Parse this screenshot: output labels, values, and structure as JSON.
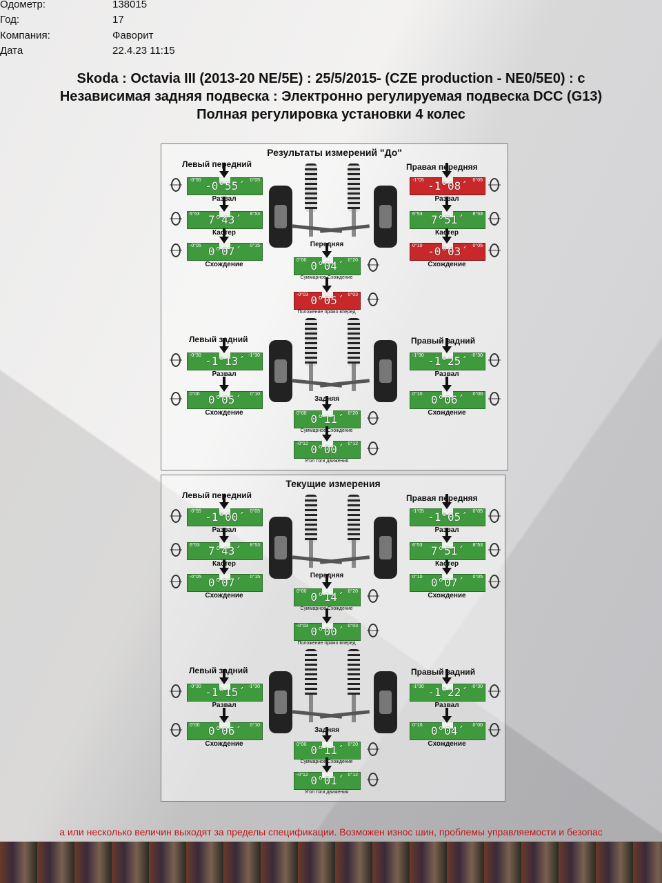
{
  "meta": [
    {
      "key": "Одометр:",
      "value": "138015"
    },
    {
      "key": "Год:",
      "value": "17"
    },
    {
      "key": "Компания:",
      "value": "Фаворит"
    },
    {
      "key": "Дата",
      "value": "22.4.23 11:15"
    }
  ],
  "titles": [
    "Skoda : Octavia III (2013-20 NE/5E) : 25/5/2015-   (CZE production - NE0/5E0) : с",
    "Независимая задняя подвеска : Электронно регулируемая подвеска DCC (G13)",
    "Полная регулировка установки 4 колес"
  ],
  "panels": [
    {
      "title": "Результаты измерений \"До\"",
      "front_left_label": "Левый передний",
      "front_right_label": "Правая передняя",
      "rear_left_label": "Левый задний",
      "rear_right_label": "Правый задний",
      "fl": [
        {
          "value": "-0°55´",
          "label": "Развал",
          "lim_l": "-0°55",
          "lim_r": "0°05",
          "status": "ok"
        },
        {
          "value": "7°43´",
          "label": "Кастер",
          "lim_l": "6°53",
          "lim_r": "8°53",
          "status": "ok"
        },
        {
          "value": "0°07´",
          "label": "Схождение",
          "lim_l": "-0°05",
          "lim_r": "0°15",
          "status": "ok"
        }
      ],
      "fr": [
        {
          "value": "-1°08´",
          "label": "Развал",
          "lim_l": "-1°05",
          "lim_r": "0°05",
          "status": "bad"
        },
        {
          "value": "7°51´",
          "label": "Кастер",
          "lim_l": "6°53",
          "lim_r": "8°53",
          "status": "ok"
        },
        {
          "value": "-0°03´",
          "label": "Схождение",
          "lim_l": "0°10",
          "lim_r": "0°05",
          "status": "bad"
        }
      ],
      "front_total": {
        "label": "Передняя",
        "value": "0°04´",
        "sub": "Суммарное Схождение",
        "lim_l": "0°00",
        "lim_r": "0°20",
        "status": "ok"
      },
      "steer": {
        "value": "0°05´",
        "sub": "Положение прямо вперед",
        "lim_l": "-0°03",
        "lim_r": "0°03",
        "status": "bad"
      },
      "rl": [
        {
          "value": "-1°13´",
          "label": "Развал",
          "lim_l": "-0°30",
          "lim_r": "-1°30",
          "status": "ok"
        },
        {
          "value": "0°05´",
          "label": "Схождение",
          "lim_l": "0°00",
          "lim_r": "0°10",
          "status": "ok"
        }
      ],
      "rr": [
        {
          "value": "-1°25´",
          "label": "Развал",
          "lim_l": "-1°30",
          "lim_r": "-0°30",
          "status": "ok"
        },
        {
          "value": "0°06´",
          "label": "Схождение",
          "lim_l": "0°10",
          "lim_r": "0°00",
          "status": "ok"
        }
      ],
      "rear_total": {
        "label": "Задняя",
        "value": "0°11´",
        "sub": "Суммарное Схождение",
        "lim_l": "0°00",
        "lim_r": "0°20",
        "status": "ok"
      },
      "thrust": {
        "value": "0°00´",
        "sub": "Угол тяги движения",
        "lim_l": "-0°12",
        "lim_r": "0°12",
        "status": "ok"
      }
    },
    {
      "title": "Текущие измерения",
      "front_left_label": "Левый передний",
      "front_right_label": "Правая передняя",
      "rear_left_label": "Левый задний",
      "rear_right_label": "Правый задний",
      "fl": [
        {
          "value": "-1°00´",
          "label": "Развал",
          "lim_l": "-0°55",
          "lim_r": "0°05",
          "status": "ok"
        },
        {
          "value": "7°43´",
          "label": "Кастер",
          "lim_l": "6°53",
          "lim_r": "8°53",
          "status": "ok"
        },
        {
          "value": "0°07´",
          "label": "Схождение",
          "lim_l": "-0°05",
          "lim_r": "0°15",
          "status": "ok"
        }
      ],
      "fr": [
        {
          "value": "-1°05´",
          "label": "Развал",
          "lim_l": "-1°05",
          "lim_r": "0°05",
          "status": "ok"
        },
        {
          "value": "7°51´",
          "label": "Кастер",
          "lim_l": "6°53",
          "lim_r": "8°53",
          "status": "ok"
        },
        {
          "value": "0°07´",
          "label": "Схождение",
          "lim_l": "0°10",
          "lim_r": "0°05",
          "status": "ok"
        }
      ],
      "front_total": {
        "label": "Передняя",
        "value": "0°14´",
        "sub": "Суммарное Схождение",
        "lim_l": "0°00",
        "lim_r": "0°20",
        "status": "ok"
      },
      "steer": {
        "value": "0°00´",
        "sub": "Положение прямо вперед",
        "lim_l": "-0°03",
        "lim_r": "0°03",
        "status": "ok"
      },
      "rl": [
        {
          "value": "-1°15´",
          "label": "Развал",
          "lim_l": "-0°30",
          "lim_r": "-1°30",
          "status": "ok"
        },
        {
          "value": "0°06´",
          "label": "Схождение",
          "lim_l": "0°00",
          "lim_r": "0°10",
          "status": "ok"
        }
      ],
      "rr": [
        {
          "value": "-1°22´",
          "label": "Развал",
          "lim_l": "-1°30",
          "lim_r": "-0°30",
          "status": "ok"
        },
        {
          "value": "0°04´",
          "label": "Схождение",
          "lim_l": "0°10",
          "lim_r": "0°00",
          "status": "ok"
        }
      ],
      "rear_total": {
        "label": "Задняя",
        "value": "0°11´",
        "sub": "Суммарное Схождение",
        "lim_l": "0°00",
        "lim_r": "0°20",
        "status": "ok"
      },
      "thrust": {
        "value": "0°01´",
        "sub": "Угол тяги движения",
        "lim_l": "-0°12",
        "lim_r": "0°12",
        "status": "ok"
      }
    }
  ],
  "footer": "а или несколько величин выходят за пределы спецификации. Возможен износ шин, проблемы управляемости и безопас",
  "colors": {
    "ok": "#3f9a3d",
    "bad": "#c8282a",
    "footer": "#c0181a"
  }
}
